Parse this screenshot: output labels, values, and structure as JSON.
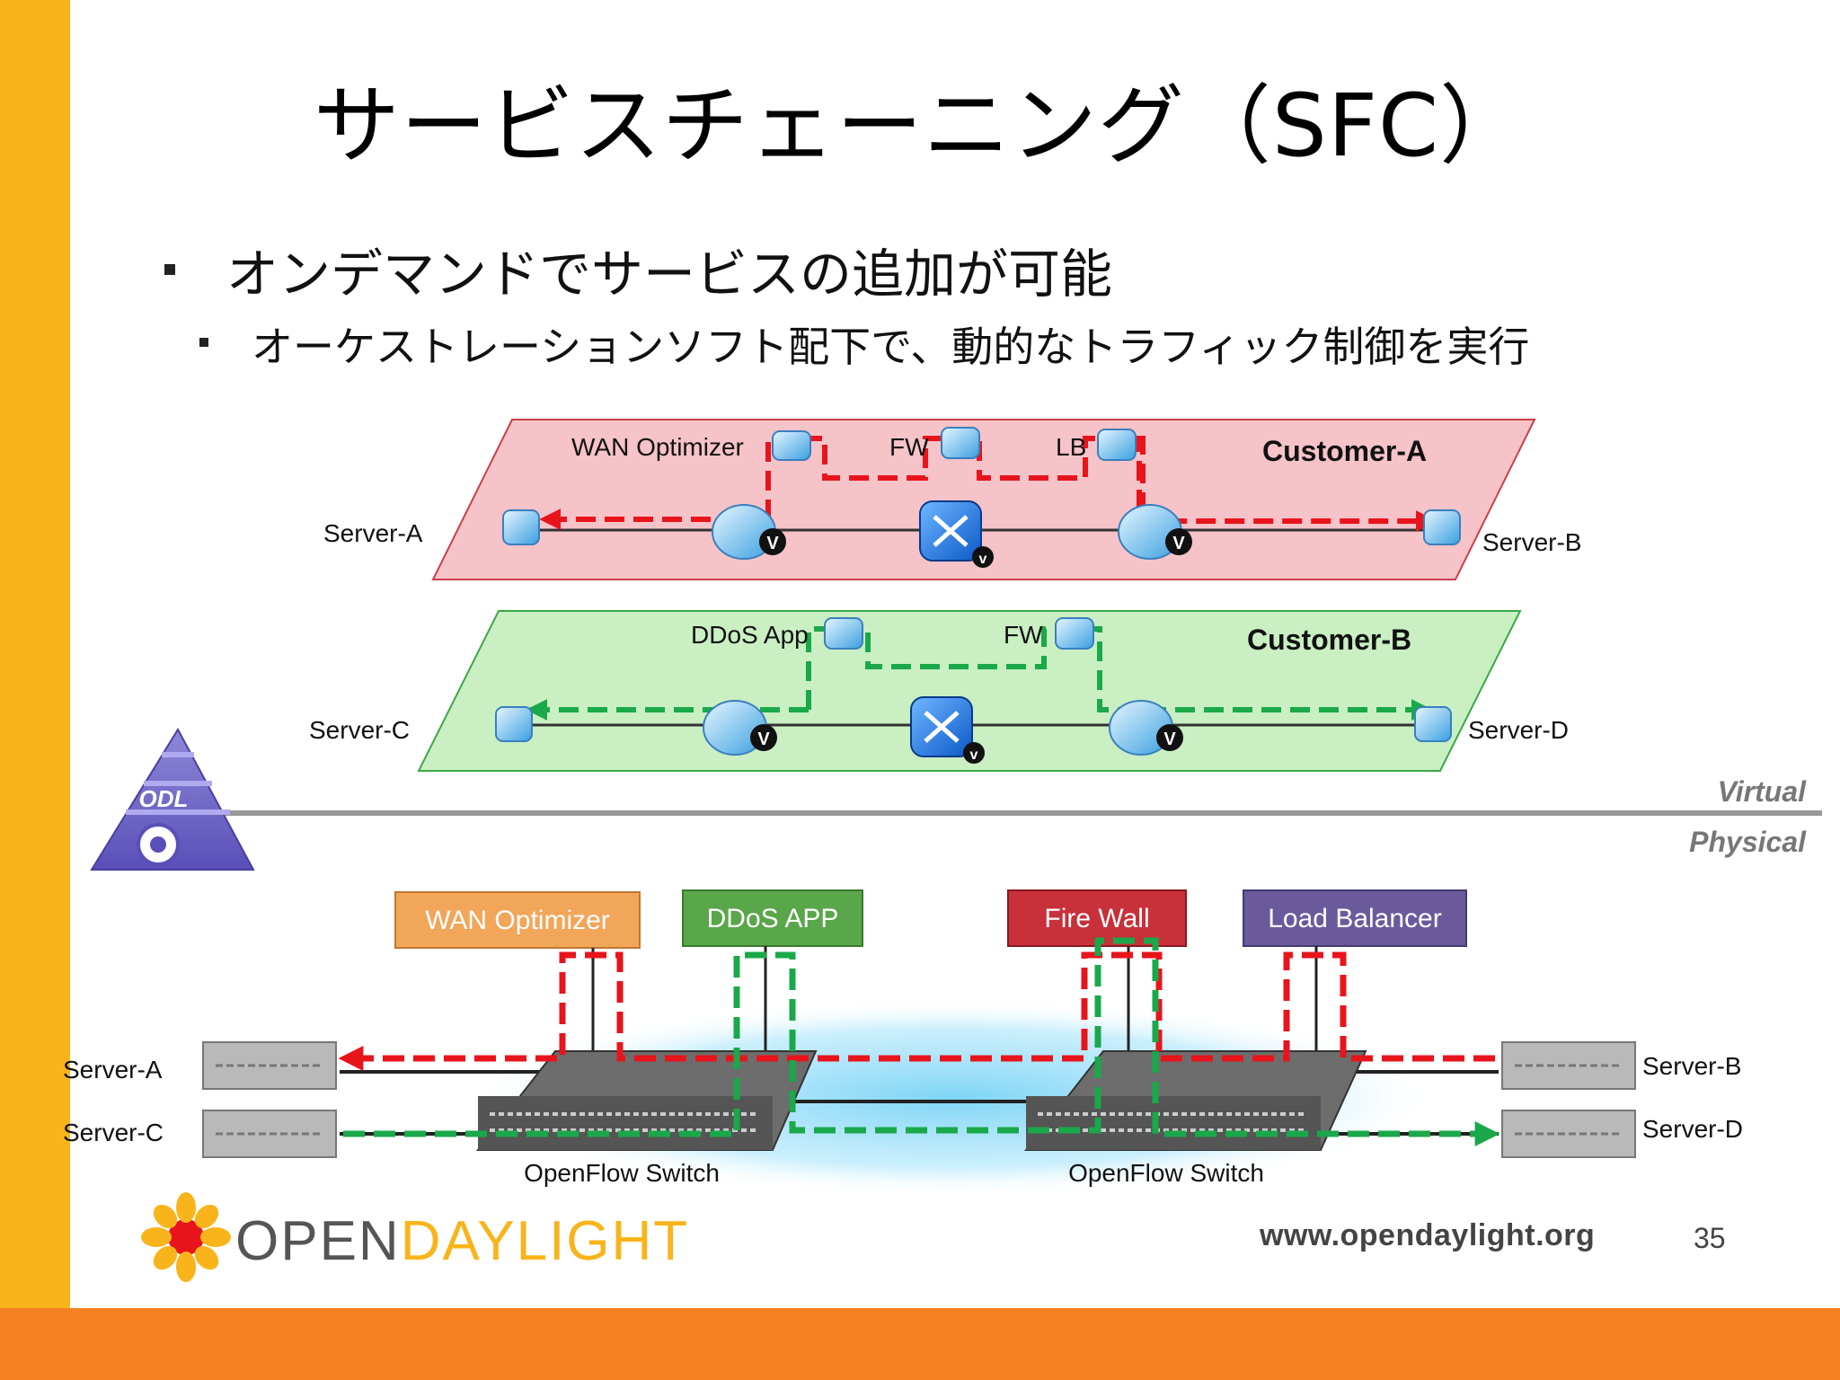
{
  "slide": {
    "title": "サービスチェーニング（SFC）",
    "bullet_1": "オンデマンドでサービスの追加が可能",
    "bullet_2": "オーケストレーションソフト配下で、動的なトラフィック制御を実行",
    "page_number": "35",
    "website": "www.opendaylight.org",
    "logo": {
      "part_1": "OPEN",
      "part_2": "DAYLIGHT"
    }
  },
  "virtual": {
    "customer_a": {
      "name": "Customer-A",
      "left_server": "Server-A",
      "right_server": "Server-B",
      "services": [
        "WAN Optimizer",
        "FW",
        "LB"
      ]
    },
    "customer_b": {
      "name": "Customer-B",
      "left_server": "Server-C",
      "right_server": "Server-D",
      "services": [
        "DDoS App",
        "FW"
      ]
    },
    "vm_badge": "V",
    "small_badge": "v"
  },
  "divider": {
    "controller": "ODL",
    "virtual_label": "Virtual",
    "physical_label": "Physical"
  },
  "physical": {
    "appliances": [
      {
        "label": "WAN Optimizer",
        "color": "#f1a65a"
      },
      {
        "label": "DDoS APP",
        "color": "#5aa64a"
      },
      {
        "label": "Fire Wall",
        "color": "#c8303a"
      },
      {
        "label": "Load Balancer",
        "color": "#6a5a9c"
      }
    ],
    "servers_left": [
      "Server-A",
      "Server-C"
    ],
    "servers_right": [
      "Server-B",
      "Server-D"
    ],
    "switch_label": "OpenFlow Switch"
  },
  "colors": {
    "accent_yellow": "#f9b41b",
    "accent_orange": "#f38021",
    "path_red": "#e8141c",
    "path_green": "#1aa84a",
    "customer_a_fill": "#f6c3c8",
    "customer_b_fill": "#c9efc2"
  }
}
